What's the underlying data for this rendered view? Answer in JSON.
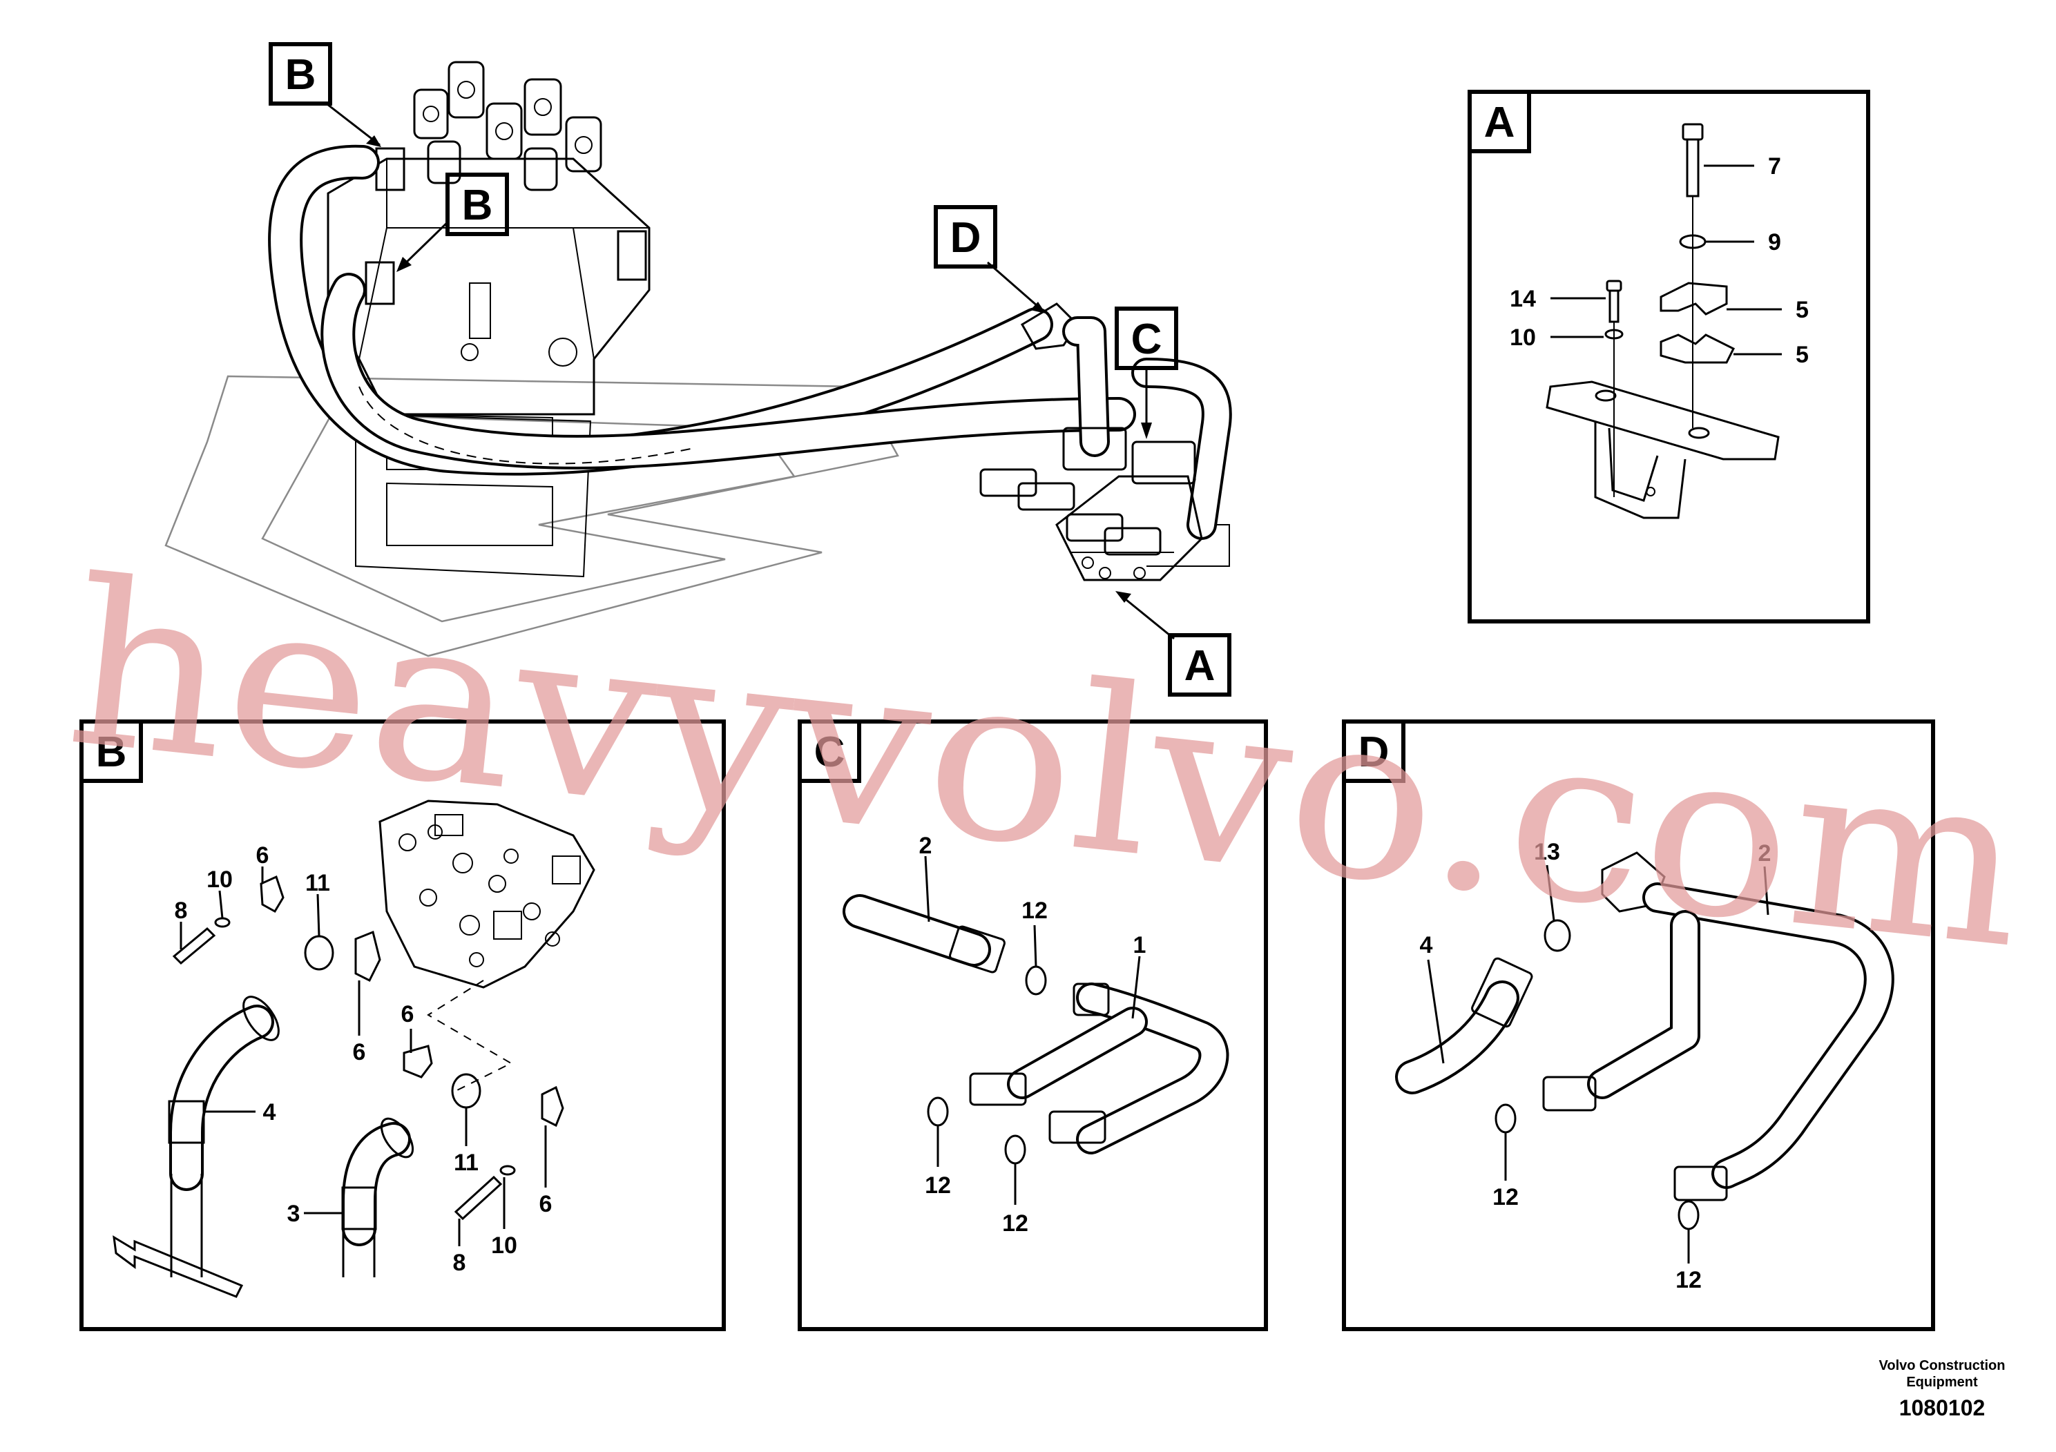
{
  "main_view": {
    "callouts": [
      {
        "letter": "B"
      },
      {
        "letter": "B"
      },
      {
        "letter": "D"
      },
      {
        "letter": "C"
      },
      {
        "letter": "A"
      }
    ]
  },
  "detail_a": {
    "letter": "A",
    "labels": [
      "7",
      "9",
      "14",
      "5",
      "10",
      "5"
    ]
  },
  "detail_b": {
    "letter": "B",
    "labels": [
      "6",
      "10",
      "11",
      "8",
      "6",
      "6",
      "4",
      "11",
      "6",
      "3",
      "10",
      "8"
    ]
  },
  "detail_c": {
    "letter": "C",
    "labels": [
      "2",
      "12",
      "1",
      "12",
      "12"
    ]
  },
  "detail_d": {
    "letter": "D",
    "labels": [
      "13",
      "2",
      "4",
      "12",
      "12"
    ]
  },
  "watermark": {
    "text": "heavyvolvo.com"
  },
  "footer": {
    "company_line1": "Volvo Construction",
    "company_line2": "Equipment",
    "drawing_number": "1080102"
  }
}
